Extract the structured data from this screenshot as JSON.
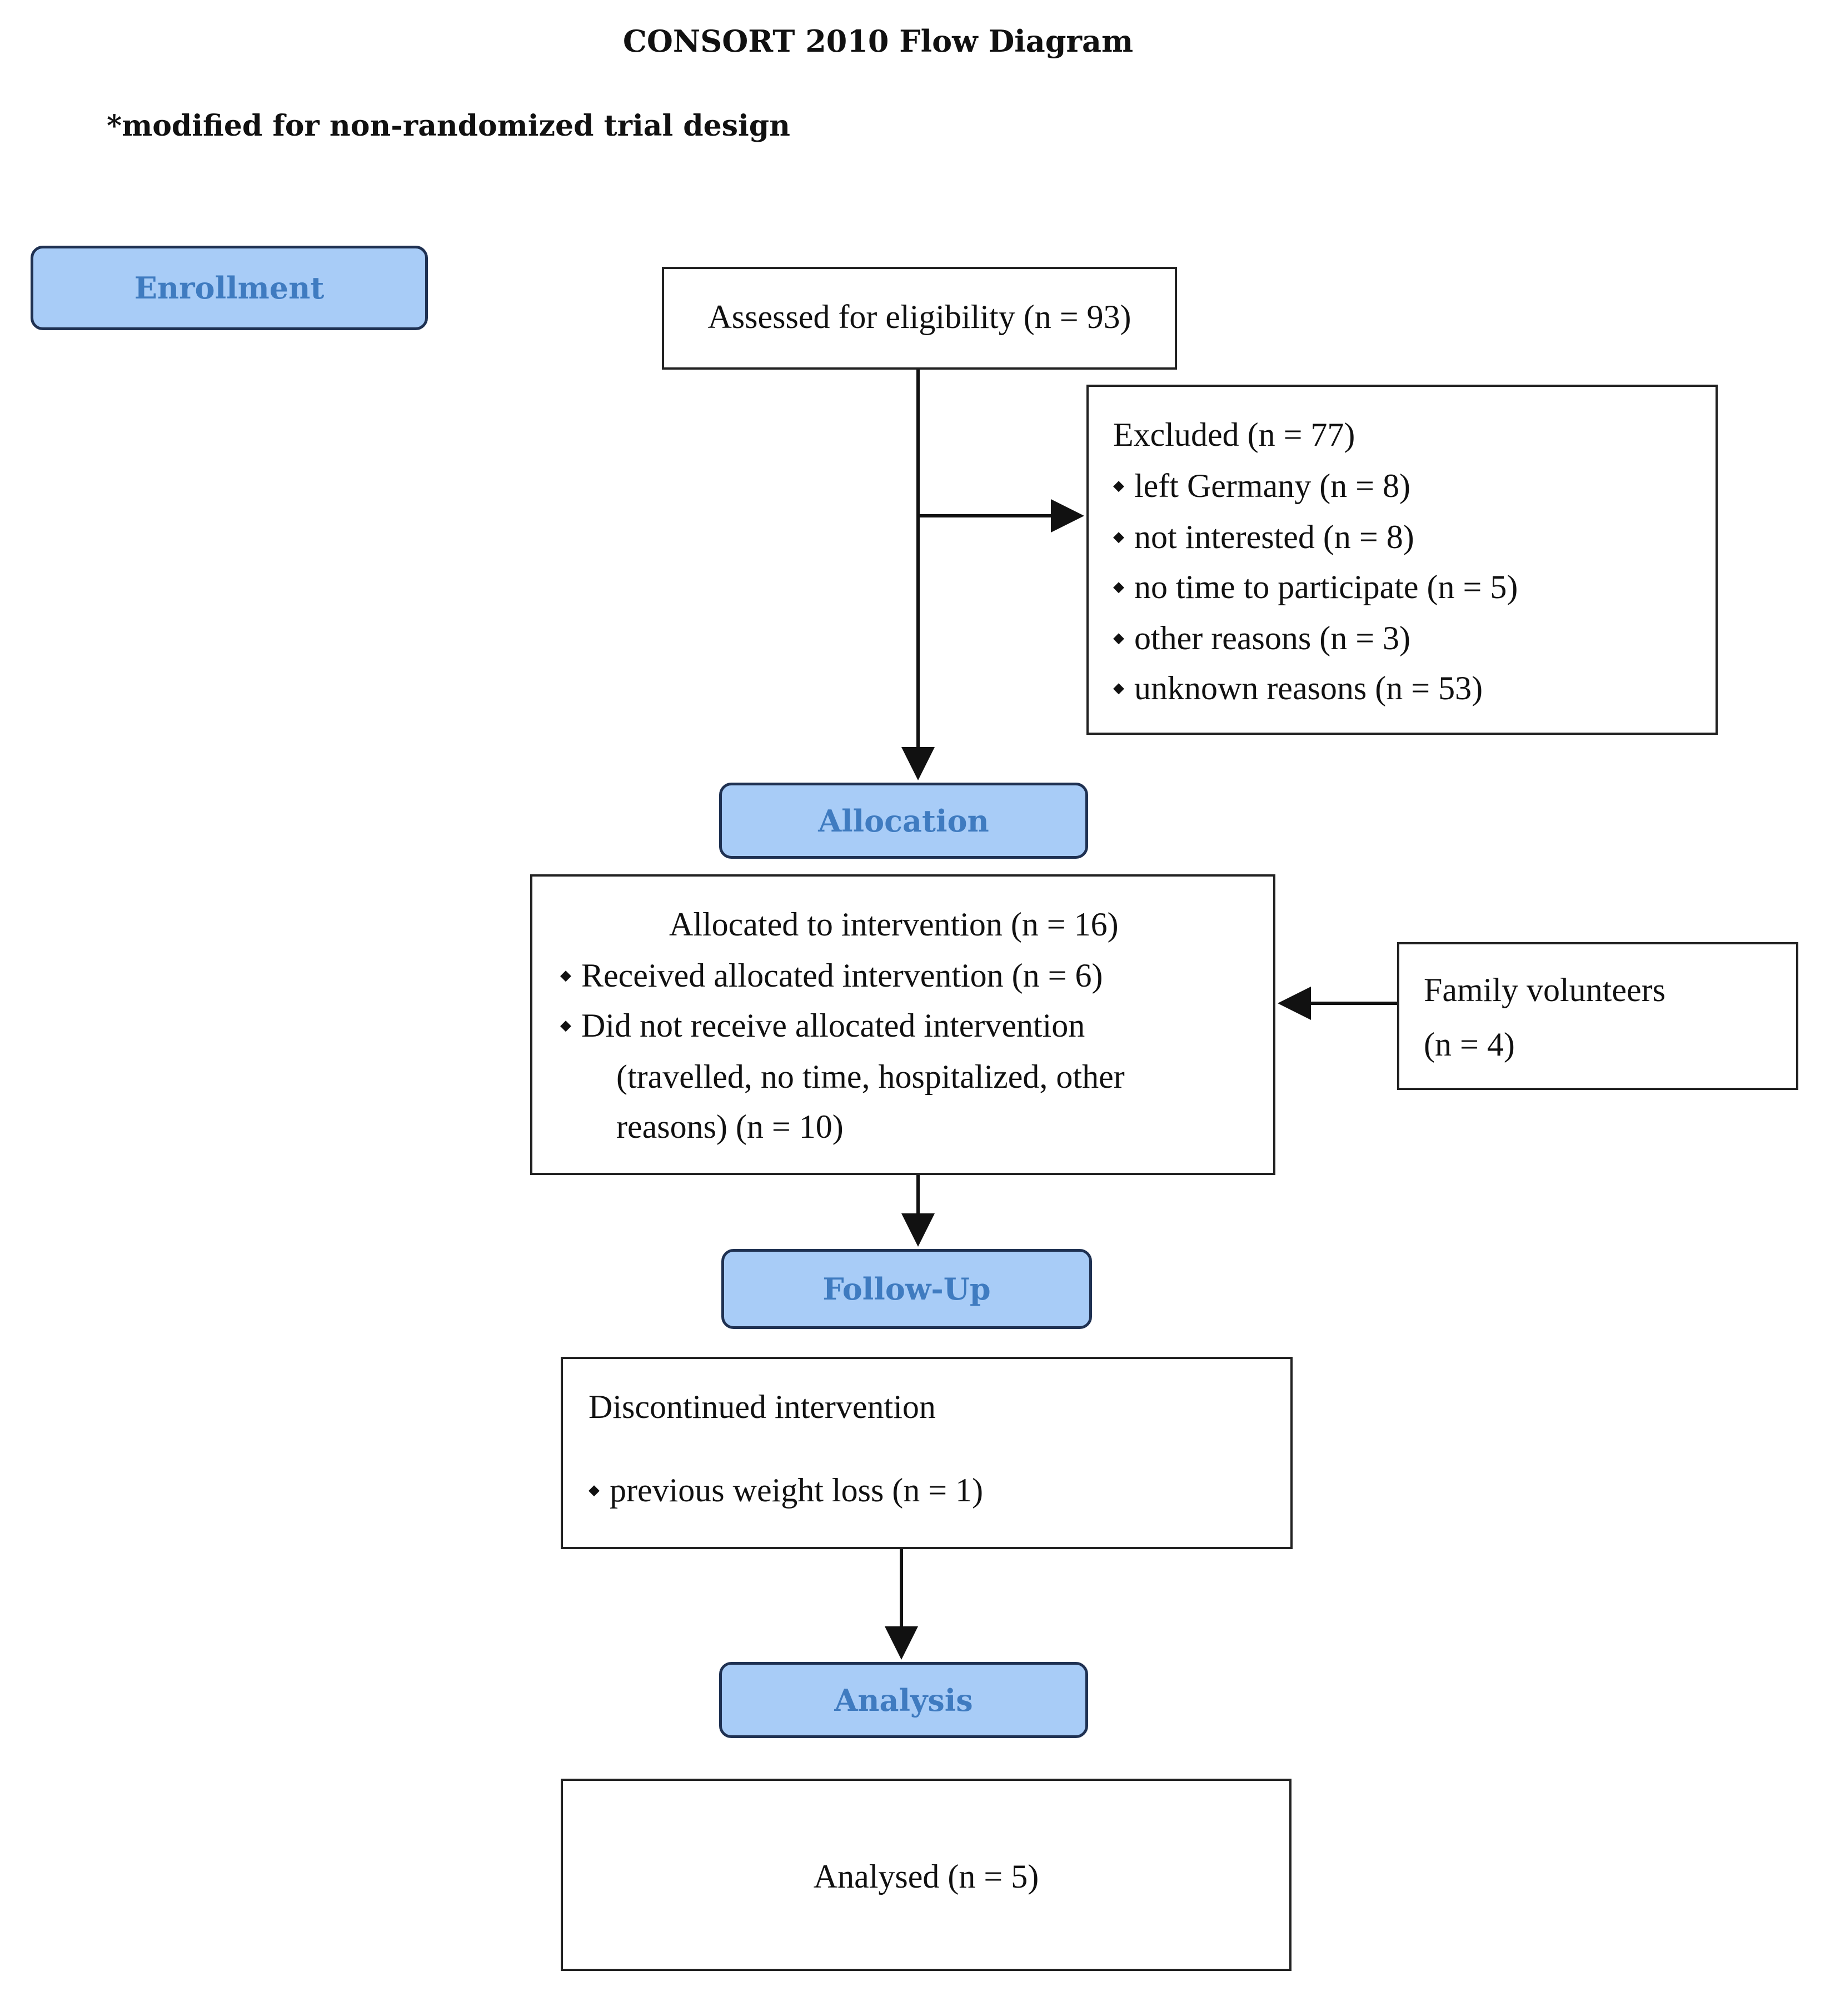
{
  "title": "CONSORT 2010 Flow Diagram",
  "subtitle": "*modified for non-randomized trial design",
  "stages": {
    "enrollment": "Enrollment",
    "allocation": "Allocation",
    "follow_up": "Follow-Up",
    "analysis": "Analysis"
  },
  "colors": {
    "stage_fill": "#a8ccf7",
    "stage_text": "#3f7bc0",
    "stage_border": "#1f3152"
  },
  "assessed": "Assessed for eligibility (n = 93)",
  "excluded": {
    "heading": "Excluded (n = 77)",
    "items": [
      "left Germany (n = 8)",
      "not interested (n = 8)",
      "no time to participate (n = 5)",
      "other reasons (n = 3)",
      "unknown reasons (n = 53)"
    ]
  },
  "allocated": {
    "heading": "Allocated to intervention (n = 16)",
    "received": "Received allocated intervention (n = 6)",
    "not_received": "Did not receive allocated intervention",
    "not_received_detail_1": "(travelled, no time, hospitalized, other",
    "not_received_detail_2": "reasons) (n = 10)"
  },
  "family": {
    "line1": "Family volunteers",
    "line2": "(n = 4)"
  },
  "discontinued": {
    "heading": "Discontinued intervention",
    "item": "previous weight loss (n = 1)"
  },
  "analysed": "Analysed (n = 5)"
}
